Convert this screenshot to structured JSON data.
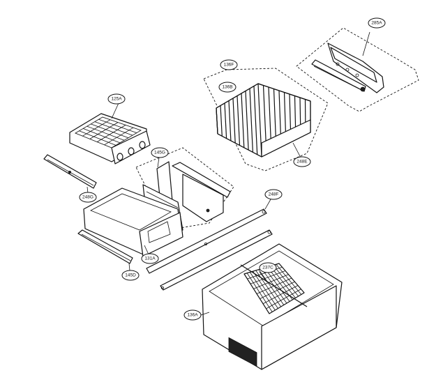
{
  "callouts": [
    {
      "id": "285A",
      "label": "285A"
    },
    {
      "id": "136F",
      "label": "136F"
    },
    {
      "id": "136B",
      "label": "136B"
    },
    {
      "id": "248E",
      "label": "248E"
    },
    {
      "id": "125A",
      "label": "125A"
    },
    {
      "id": "145G",
      "label": "145G"
    },
    {
      "id": "248G",
      "label": "248G"
    },
    {
      "id": "248F",
      "label": "248F"
    },
    {
      "id": "131A",
      "label": "131A"
    },
    {
      "id": "145D",
      "label": "145D"
    },
    {
      "id": "237C",
      "label": "237C"
    },
    {
      "id": "136A",
      "label": "136A"
    }
  ]
}
